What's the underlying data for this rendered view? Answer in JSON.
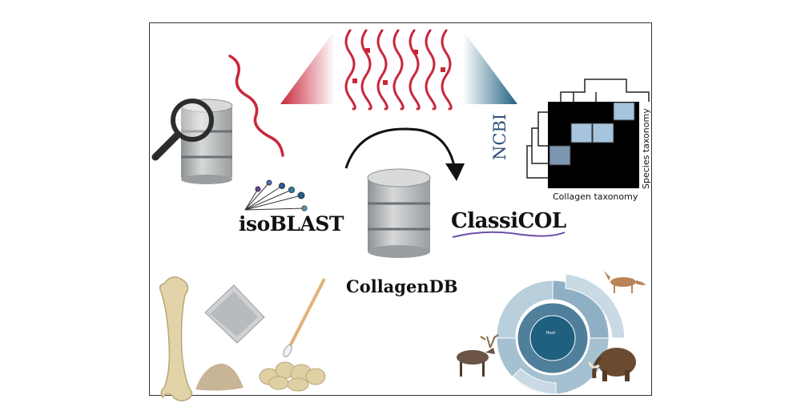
{
  "labels": {
    "isoblast": "isoBLAST",
    "classicol": "ClassiCOL",
    "collagendb": "CollagenDB",
    "ncbi": "NCBI",
    "species_taxonomy": "Species taxonomy",
    "collagen_taxonomy": "Collagen taxonomy",
    "sunburst_root": "Root"
  },
  "colors": {
    "collagen_red": "#c8283c",
    "teal_blue": "#1f5f80",
    "db_gray": "#b9bcbe",
    "bone": "#e2d3a8",
    "sunburst": "#8fb0c4"
  },
  "icons": [
    "magnifier-database-icon",
    "collagen-strand-icon",
    "database-icon",
    "dendrogram-heatmap-icon",
    "bone-icon",
    "sample-bag-icon",
    "swab-icon",
    "powder-pile-icon",
    "fox-icon",
    "reindeer-icon",
    "mammoth-icon"
  ]
}
